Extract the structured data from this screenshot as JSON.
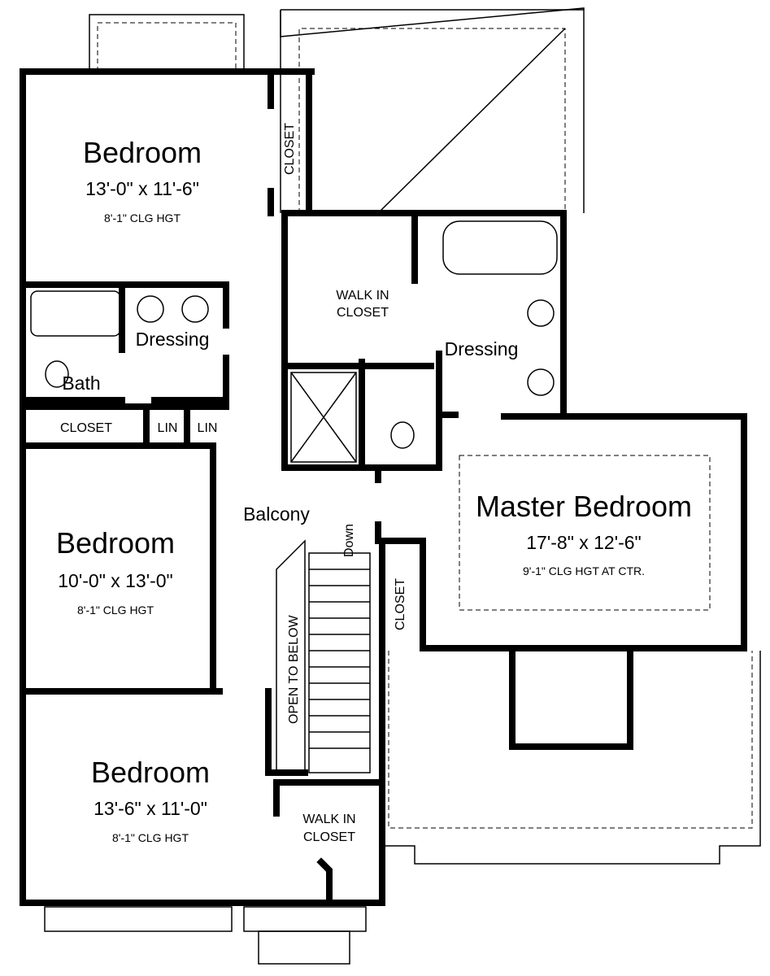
{
  "rooms": {
    "bedroom1": {
      "name": "Bedroom",
      "size": "13'-0\" x 11'-6\"",
      "ceiling": "8'-1\" CLG HGT"
    },
    "bedroom2": {
      "name": "Bedroom",
      "size": "10'-0\" x 13'-0\"",
      "ceiling": "8'-1\" CLG HGT"
    },
    "bedroom3": {
      "name": "Bedroom",
      "size": "13'-6\" x 11'-0\"",
      "ceiling": "8'-1\" CLG HGT"
    },
    "master": {
      "name": "Master Bedroom",
      "size": "17'-8\" x 12'-6\"",
      "ceiling": "9'-1\" CLG HGT AT CTR."
    }
  },
  "labels": {
    "closet": "CLOSET",
    "walk_in_line1": "WALK IN",
    "walk_in_line2": "CLOSET",
    "dressing": "Dressing",
    "bath": "Bath",
    "lin": "LIN",
    "balcony": "Balcony",
    "down": "Down",
    "open_to_below": "OPEN TO BELOW"
  }
}
